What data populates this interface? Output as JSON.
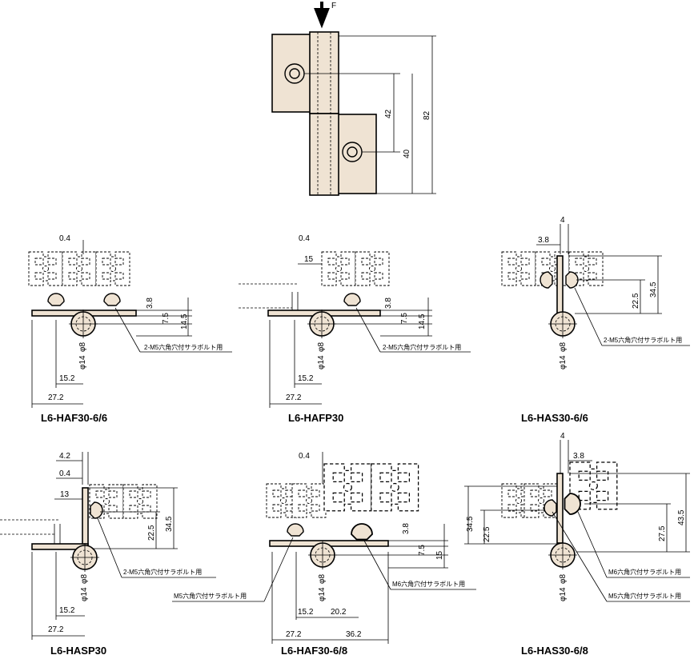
{
  "top_view": {
    "force_label": "F",
    "dims": {
      "d42": "42",
      "d40": "40",
      "d82": "82"
    }
  },
  "views": [
    {
      "title": "L6-HAF30-6/6",
      "dims": [
        "0.4",
        "3.8",
        "7.5",
        "14.5",
        "φ8",
        "φ14",
        "15.2",
        "27.2"
      ],
      "note": "2-M5六角穴付サラボルト用"
    },
    {
      "title": "L6-HAFP30",
      "dims": [
        "0.4",
        "15",
        "3.8",
        "7.5",
        "14.5",
        "φ8",
        "φ14",
        "15.2",
        "27.2"
      ],
      "note": "2-M5六角穴付サラボルト用"
    },
    {
      "title": "L6-HAS30-6/6",
      "dims": [
        "4",
        "3.8",
        "22.5",
        "34.5",
        "φ8",
        "φ14"
      ],
      "note": "2-M5六角穴付サラボルト用"
    },
    {
      "title": "L6-HASP30",
      "dims": [
        "4.2",
        "0.4",
        "13",
        "22.5",
        "34.5",
        "φ8",
        "φ14",
        "15.2",
        "27.2"
      ],
      "note": "2-M5六角穴付サラボルト用"
    },
    {
      "title": "L6-HAF30-6/8",
      "dims": [
        "0.4",
        "3.8",
        "7.5",
        "15",
        "φ8",
        "φ14",
        "15.2",
        "20.2",
        "27.2",
        "36.2"
      ],
      "notes": [
        "M5六角穴付サラボルト用",
        "M6六角穴付サラボルト用"
      ]
    },
    {
      "title": "L6-HAS30-6/8",
      "dims": [
        "4",
        "3.8",
        "34.5",
        "22.5",
        "27.5",
        "43.5",
        "φ8",
        "φ14"
      ],
      "notes": [
        "M6六角穴付サラボルト用",
        "M5六角穴付サラボルト用"
      ]
    }
  ]
}
